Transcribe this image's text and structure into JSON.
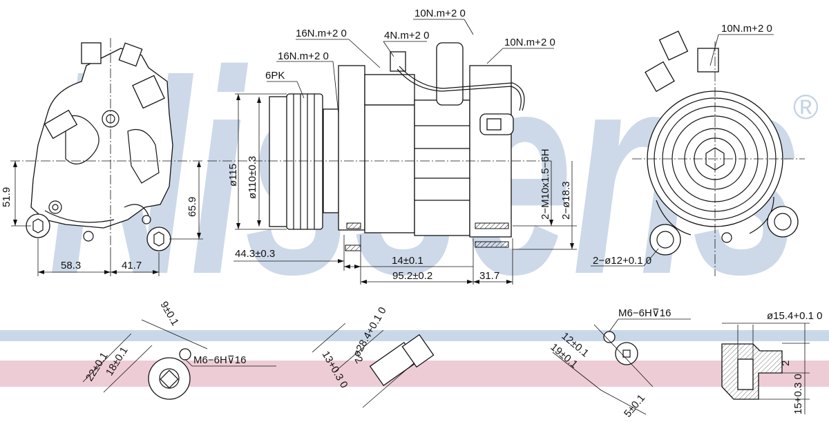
{
  "watermark": {
    "text": "Nissens",
    "registered_mark": "®"
  },
  "dimensions": {
    "front": {
      "d1": "51.9",
      "d2": "65.9",
      "d3": "58.3",
      "d4": "41.7"
    },
    "side": {
      "dia_outer": "ø115",
      "dia_inner": "ø110±0.3",
      "d_pulley": "44.3±0.3",
      "d_flange": "14±0.1",
      "d_body": "95.2±0.2",
      "d_mount": "31.7",
      "thread": "2−M10x1.5−6H",
      "dia_bore": "2−ø18.3"
    },
    "rear": {
      "holes": "2−ø12+0.1 0"
    }
  },
  "labels": {
    "belt": "6PK"
  },
  "torques": {
    "t1": "16N.m+2 0",
    "t2": "16N.m+2 0",
    "t3": "4N.m+2 0",
    "t4": "10N.m+2 0",
    "t5": "10N.m+2 0",
    "t6": "10N.m+2 0"
  },
  "details": {
    "port1": {
      "d1": "9±0.1",
      "d2": "22±0.1",
      "d3": "18±0.1",
      "thread": "M6−6H⊽16"
    },
    "port2": {
      "d1": "13+0.3 0",
      "d2": "ø28.4+0.1 0",
      "d3": "2"
    },
    "port3": {
      "thread": "M6−6H⊽16",
      "d1": "12±0.1",
      "d2": "19±0.1",
      "d3": "5±0.1"
    },
    "section": {
      "d1": "ø15.4+0.1 0",
      "d2": "2",
      "d3": "15+0.3 0"
    }
  }
}
